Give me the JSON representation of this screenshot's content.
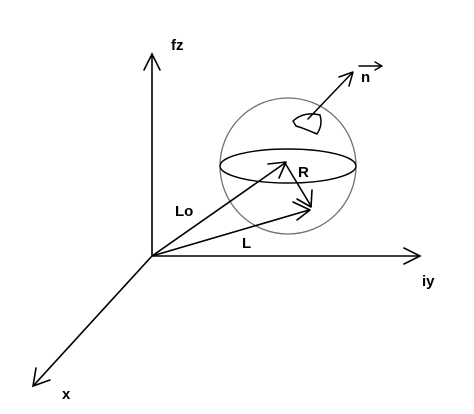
{
  "diagram": {
    "labels": {
      "fz": "fz",
      "iy": "iy",
      "x": "x",
      "lo": "Lo",
      "l": "L",
      "r": "R",
      "n": "n"
    },
    "colors": {
      "ink": "#000000",
      "sphere": "#707070",
      "background": "#ffffff"
    }
  }
}
